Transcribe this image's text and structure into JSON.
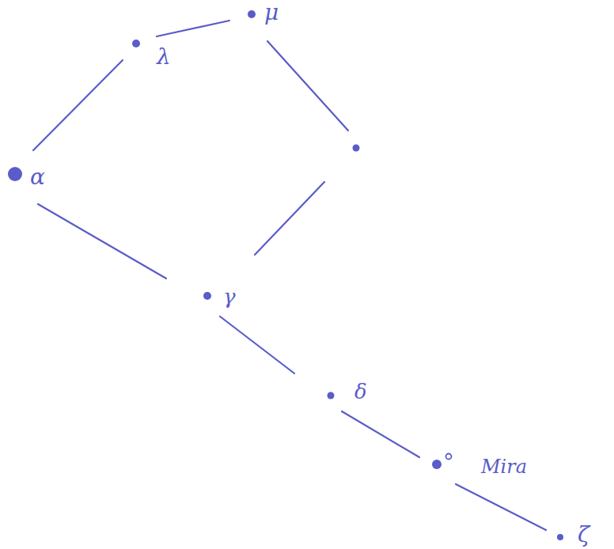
{
  "diagram": {
    "labels": [
      "α",
      "λ",
      "μ",
      "γ",
      "δ",
      "Mira",
      "ζ"
    ]
  }
}
